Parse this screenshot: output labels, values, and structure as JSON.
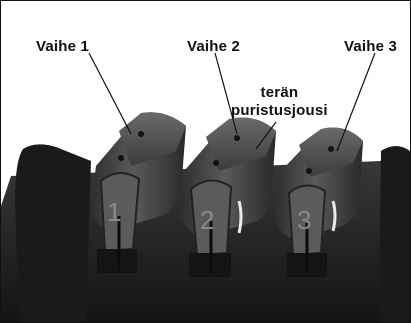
{
  "labels": {
    "stage1": "Vaihe 1",
    "stage2": "Vaihe 2",
    "stage3": "Vaihe 3",
    "spring_line1": "terän",
    "spring_line2": "puristusjousi"
  },
  "slot_numbers": [
    "1",
    "2",
    "3"
  ],
  "colors": {
    "background": "#ffffff",
    "device_dark": "#1d1d1d",
    "housing": "#2a2a2a",
    "module": "#4a4a4a",
    "module_highlight": "#6b6b6b",
    "text": "#111111"
  }
}
